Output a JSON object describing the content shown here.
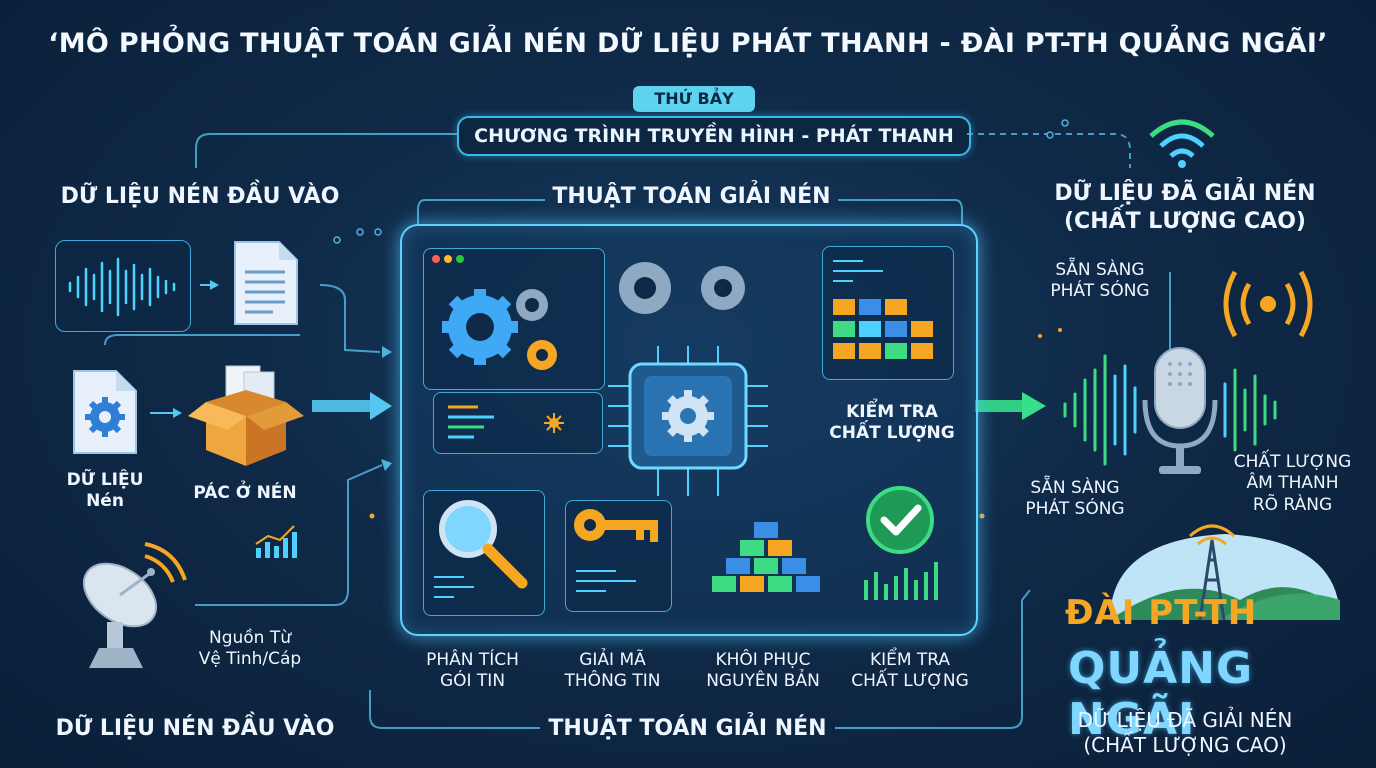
{
  "title": "‘MÔ PHỎNG THUẬT TOÁN GIẢI NÉN DỮ LIỆU PHÁT THANH - ĐÀI PT-TH QUẢNG NGÃI’",
  "header": {
    "day": "THỨ BẢY",
    "program": "CHƯƠNG TRÌNH TRUYỀN HÌNH - PHÁT THANH"
  },
  "left": {
    "input_top": "DỮ LIỆU NÉN ĐẦU VÀO",
    "compressed_data": [
      "DỮ LIỆU",
      "Nén"
    ],
    "compressed_package": "PÁC Ở NÉN",
    "source": [
      "Nguồn Từ",
      "Vệ Tinh/Cáp"
    ],
    "input_bottom": "DỮ LIỆU NÉN ĐẦU VÀO"
  },
  "center": {
    "algo_top": "THUẬT TOÁN GIẢI NÉN",
    "quality_check_inner": [
      "KIỂM TRA",
      "CHẤT LƯỢNG"
    ],
    "steps": [
      [
        "PHÂN TÍCH",
        "GÓI TIN"
      ],
      [
        "GIẢI MÃ",
        "THÔNG TIN"
      ],
      [
        "KHÔI PHỤC",
        "NGUYÊN BẢN"
      ],
      [
        "KIỂM TRA",
        "CHẤT LƯỢNG"
      ]
    ],
    "algo_bottom": "THUẬT TOÁN GIẢI NÉN"
  },
  "right": {
    "output_top": [
      "DỮ LIỆU ĐÃ GIẢI NÉN",
      "(CHẤT LƯỢNG CAO)"
    ],
    "ready_top": [
      "SẴN SÀNG",
      "PHÁT SÓNG"
    ],
    "ready_bottom": [
      "SẴN SÀNG",
      "PHÁT SÓNG"
    ],
    "audio_quality": [
      "CHẤT LƯỢNG",
      "ÂM THANH",
      "RÕ RÀNG"
    ],
    "brand_line1": "ĐÀI PT-TH",
    "brand_line2": "QUẢNG NGÃI",
    "output_bottom": [
      "DỮ LIỆU ĐÃ GIẢI NÉN",
      "(CHẤT LƯỢNG CAO)"
    ]
  },
  "colors": {
    "background": "#0f2a48",
    "accent_cyan": "#5fd3ff",
    "accent_orange": "#f5a623",
    "accent_green": "#3ddc84",
    "accent_blue": "#3a8ee6"
  }
}
